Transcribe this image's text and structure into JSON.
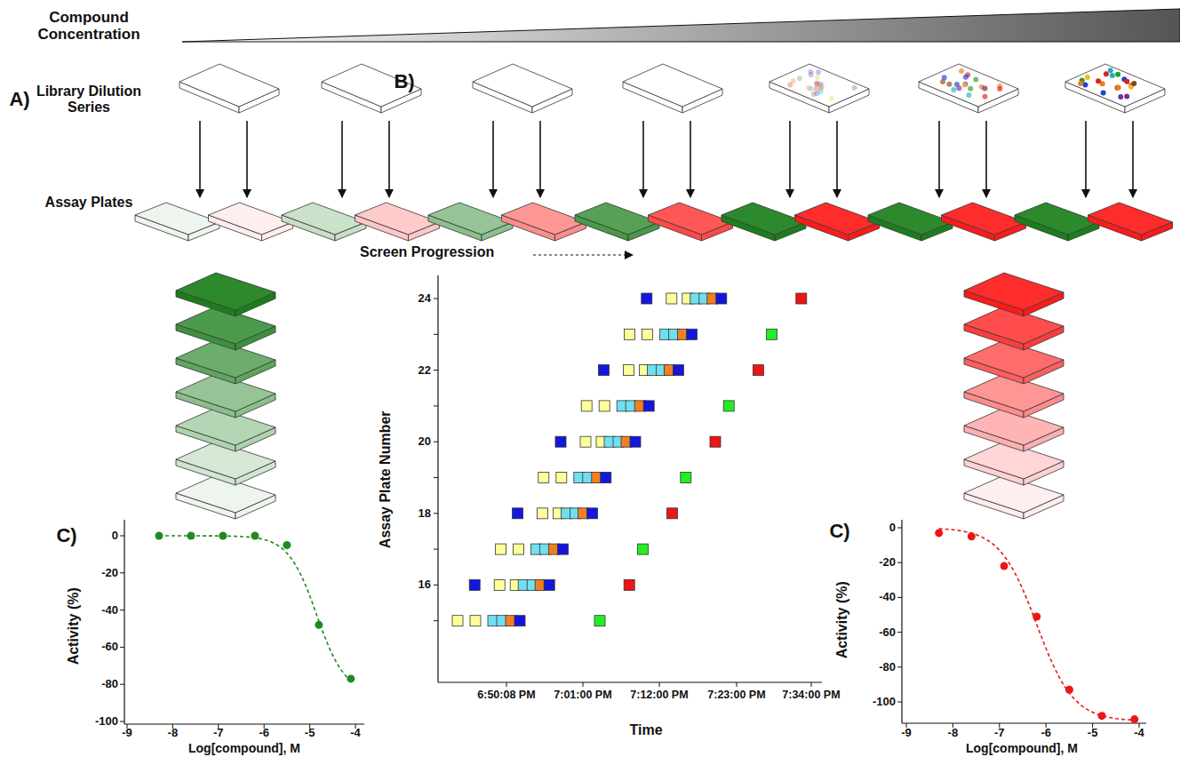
{
  "diagram": {
    "labels": [
      "Compound Concentration",
      "Library Dilution Series",
      "A)",
      "Assay Plates",
      "Screen Progression",
      "B)",
      "Assay Plate Number",
      "24",
      "22",
      "20",
      "18",
      "16",
      "Time",
      "6:50:08 PM",
      "7:01:00 PM",
      "7:12:00 PM",
      "7:23:00 PM",
      "7:34:00 PM",
      "C)",
      "Activity (%)",
      "0",
      "-20",
      "-40",
      "-60",
      "-80",
      "-100",
      "-9",
      "-8",
      "-7",
      "-6",
      "-5",
      "-4",
      "Log[compound], M",
      "C)",
      "Activity (%)",
      "0",
      "-20",
      "-40",
      "-60",
      "-80",
      "-100",
      "-9",
      "-8",
      "-7",
      "-6",
      "-5",
      "-4",
      "Log[compound],  M"
    ]
  }
}
